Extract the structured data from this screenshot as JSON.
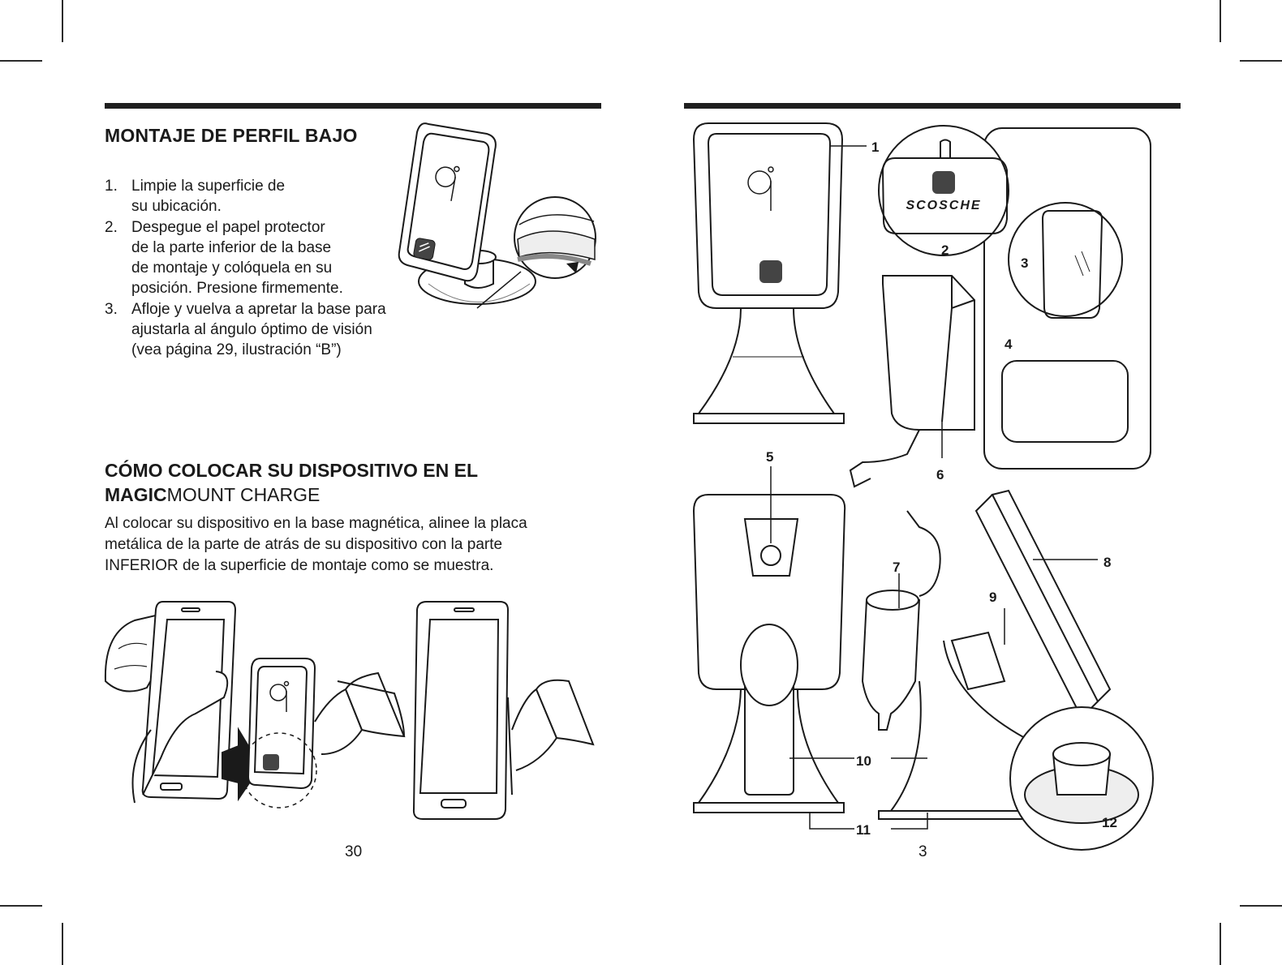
{
  "left_page": {
    "section1": {
      "title": "MONTAJE DE PERFIL BAJO",
      "steps": [
        {
          "num": "1.",
          "lines": [
            "Limpie la superficie de",
            "su ubicación."
          ]
        },
        {
          "num": "2.",
          "lines": [
            "Despegue el papel protector",
            "de la parte inferior de la base",
            "de montaje y colóquela en su",
            "posición. Presione firmemente."
          ]
        },
        {
          "num": "3.",
          "lines": [
            "Afloje y vuelva a apretar la base para",
            "ajustarla al ángulo óptimo de visión",
            "(vea página 29, ilustración “B”)"
          ]
        }
      ]
    },
    "section2": {
      "title_lines": [
        "CÓMO COLOCAR SU DISPOSITIVO EN EL"
      ],
      "title_brand_bold": "MAGIC",
      "title_brand_regular": "MOUNT CHARGE",
      "paragraph_lines": [
        "Al colocar su dispositivo en la base magnética, alinee la placa",
        "metálica de la parte de atrás de su dispositivo con la parte",
        "INFERIOR de la superficie de montaje como se muestra."
      ]
    },
    "page_number": "30"
  },
  "right_page": {
    "callouts": [
      "1",
      "2",
      "3",
      "4",
      "5",
      "6",
      "7",
      "8",
      "9",
      "10",
      "11",
      "12"
    ],
    "brand_logo": "SCOSCHE",
    "page_number": "3"
  },
  "icons": [
    "qi-logo-icon",
    "scosche-logo-icon",
    "arrow-icon"
  ]
}
